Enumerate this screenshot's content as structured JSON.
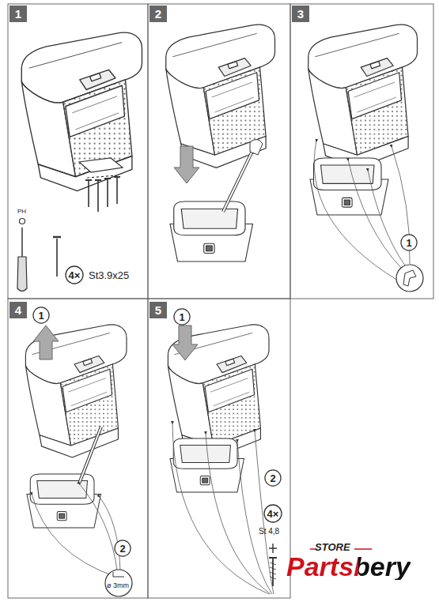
{
  "diagram": {
    "nodes": [
      {
        "text": [
          "1"
        ]
      },
      {
        "text": [
          "4×"
        ]
      },
      {
        "text": [
          "2"
        ]
      },
      {
        "text": [
          "3"
        ]
      },
      {
        "text": [
          "1"
        ]
      },
      {
        "text": [
          "4"
        ]
      },
      {
        "text": [
          "1"
        ]
      },
      {
        "text": [
          "2"
        ]
      },
      {
        "text": [
          "5"
        ]
      },
      {
        "text": [
          "1"
        ]
      },
      {
        "text": [
          "2"
        ]
      },
      {
        "text": [
          "4×"
        ]
      }
    ],
    "labels": [
      "PH",
      "St3.9x25",
      "ø 3mm",
      "St 4,8",
      "STORE",
      "Partsbery"
    ]
  }
}
